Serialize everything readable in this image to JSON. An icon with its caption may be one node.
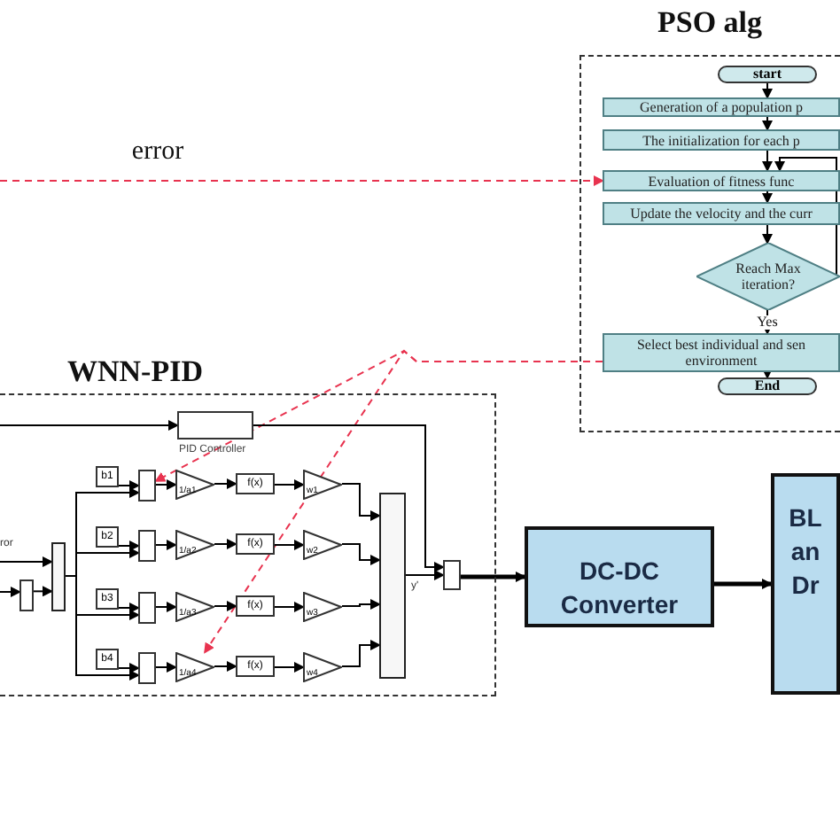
{
  "diagram": {
    "nodes": [
      {
        "text": [
          "PSO alg"
        ]
      },
      {
        "text": [
          "start"
        ],
        "in": 0
      },
      {
        "text": [
          "Generation of a population p"
        ],
        "in": 0
      },
      {
        "text": [
          "The initialization for each p"
        ],
        "in": 0
      },
      {
        "text": [
          "Evaluation of fitness func"
        ],
        "in": 0
      },
      {
        "text": [
          "Update the velocity and the curr"
        ],
        "in": 0
      },
      {
        "text": [
          "Reach Max iteration?"
        ],
        "in": 0
      },
      {
        "text": [
          "Select best individual and sen environment"
        ],
        "in": 0
      },
      {
        "text": [
          "End"
        ],
        "in": 0
      },
      {
        "text": [
          "WNN-PID"
        ]
      },
      {
        "text": [
          "PID Controller"
        ],
        "in": 9
      },
      {
        "text": [],
        "shape": "box",
        "in": 9
      },
      {
        "text": [],
        "shape": "bar",
        "in": 9
      },
      {
        "text": [
          "b1"
        ],
        "in": 9
      },
      {
        "text": [
          "b2"
        ],
        "in": 9
      },
      {
        "text": [
          "b3"
        ],
        "in": 9
      },
      {
        "text": [
          "b4"
        ],
        "in": 9
      },
      {
        "text": [],
        "shape": "box",
        "in": 9
      },
      {
        "text": [],
        "shape": "box",
        "in": 9
      },
      {
        "text": [],
        "shape": "box",
        "in": 9
      },
      {
        "text": [],
        "shape": "box",
        "in": 9
      },
      {
        "text": [
          "1/a1"
        ],
        "in": 9
      },
      {
        "text": [
          "1/a2"
        ],
        "in": 9
      },
      {
        "text": [
          "1/a3"
        ],
        "in": 9
      },
      {
        "text": [
          "1/a4"
        ],
        "in": 9
      },
      {
        "text": [
          "f(x)"
        ],
        "in": 9
      },
      {
        "text": [
          "f(x)"
        ],
        "in": 9
      },
      {
        "text": [
          "f(x)"
        ],
        "in": 9
      },
      {
        "text": [
          "f(x)"
        ],
        "in": 9
      },
      {
        "text": [
          "w1"
        ],
        "in": 9
      },
      {
        "text": [
          "w2"
        ],
        "in": 9
      },
      {
        "text": [
          "w3"
        ],
        "in": 9
      },
      {
        "text": [
          "w4"
        ],
        "in": 9
      },
      {
        "text": [],
        "shape": "bar",
        "in": 9
      },
      {
        "text": [],
        "shape": "box",
        "in": 9
      },
      {
        "text": [
          "DC-DC Converter"
        ]
      },
      {
        "text": [
          "BL an Dr"
        ]
      }
    ],
    "edges": [
      {
        "from": 1,
        "to": 2,
        "arrow": "to"
      },
      {
        "from": 2,
        "to": 3,
        "arrow": "to"
      },
      {
        "from": 3,
        "to": 4,
        "arrow": "to"
      },
      {
        "from": 4,
        "to": 5,
        "arrow": "to"
      },
      {
        "from": 5,
        "to": 6,
        "arrow": "to"
      },
      {
        "from": 6,
        "to": 7,
        "arrow": "to",
        "label": "Yes"
      },
      {
        "from": 7,
        "to": 8,
        "arrow": "to"
      },
      {
        "from": 6,
        "to": 4,
        "arrow": "to"
      },
      {
        "from": null,
        "to": 4,
        "arrow": "to",
        "label": "error",
        "style": "dashed",
        "color": "#e8334f"
      },
      {
        "from": 7,
        "to": 17,
        "arrow": "to",
        "style": "dashed",
        "color": "#e8334f"
      },
      {
        "from": 7,
        "to": 24,
        "arrow": "to",
        "style": "dashed",
        "color": "#e8334f"
      },
      {
        "from": 11,
        "to": 12,
        "arrow": "to"
      },
      {
        "from": 12,
        "to": 17,
        "arrow": "to"
      },
      {
        "from": 12,
        "to": 18,
        "arrow": "to"
      },
      {
        "from": 12,
        "to": 19,
        "arrow": "to"
      },
      {
        "from": 12,
        "to": 20,
        "arrow": "to"
      },
      {
        "from": 13,
        "to": 17,
        "arrow": "to"
      },
      {
        "from": 14,
        "to": 18,
        "arrow": "to"
      },
      {
        "from": 15,
        "to": 19,
        "arrow": "to"
      },
      {
        "from": 16,
        "to": 20,
        "arrow": "to"
      },
      {
        "from": 17,
        "to": 21,
        "arrow": "to"
      },
      {
        "from": 18,
        "to": 22,
        "arrow": "to"
      },
      {
        "from": 19,
        "to": 23,
        "arrow": "to"
      },
      {
        "from": 20,
        "to": 24,
        "arrow": "to"
      },
      {
        "from": 21,
        "to": 25,
        "arrow": "to"
      },
      {
        "from": 22,
        "to": 26,
        "arrow": "to"
      },
      {
        "from": 23,
        "to": 27,
        "arrow": "to"
      },
      {
        "from": 24,
        "to": 28,
        "arrow": "to"
      },
      {
        "from": 25,
        "to": 29,
        "arrow": "to"
      },
      {
        "from": 26,
        "to": 30,
        "arrow": "to"
      },
      {
        "from": 27,
        "to": 31,
        "arrow": "to"
      },
      {
        "from": 28,
        "to": 32,
        "arrow": "to"
      },
      {
        "from": 29,
        "to": 33,
        "arrow": "to"
      },
      {
        "from": 30,
        "to": 33,
        "arrow": "to"
      },
      {
        "from": 31,
        "to": 33,
        "arrow": "to"
      },
      {
        "from": 32,
        "to": 33,
        "arrow": "to"
      },
      {
        "from": 33,
        "to": 34,
        "arrow": "to"
      },
      {
        "from": 10,
        "to": 34,
        "arrow": "to"
      },
      {
        "from": 34,
        "to": 35,
        "arrow": "to",
        "style": "thick"
      },
      {
        "from": 35,
        "to": 36,
        "arrow": "to",
        "style": "thick"
      },
      {
        "from": null,
        "to": 10,
        "arrow": "to"
      },
      {
        "from": null,
        "to": 12,
        "arrow": "to"
      },
      {
        "from": null,
        "to": 11,
        "arrow": "to"
      }
    ],
    "labels": [
      "ror",
      "y'"
    ]
  }
}
